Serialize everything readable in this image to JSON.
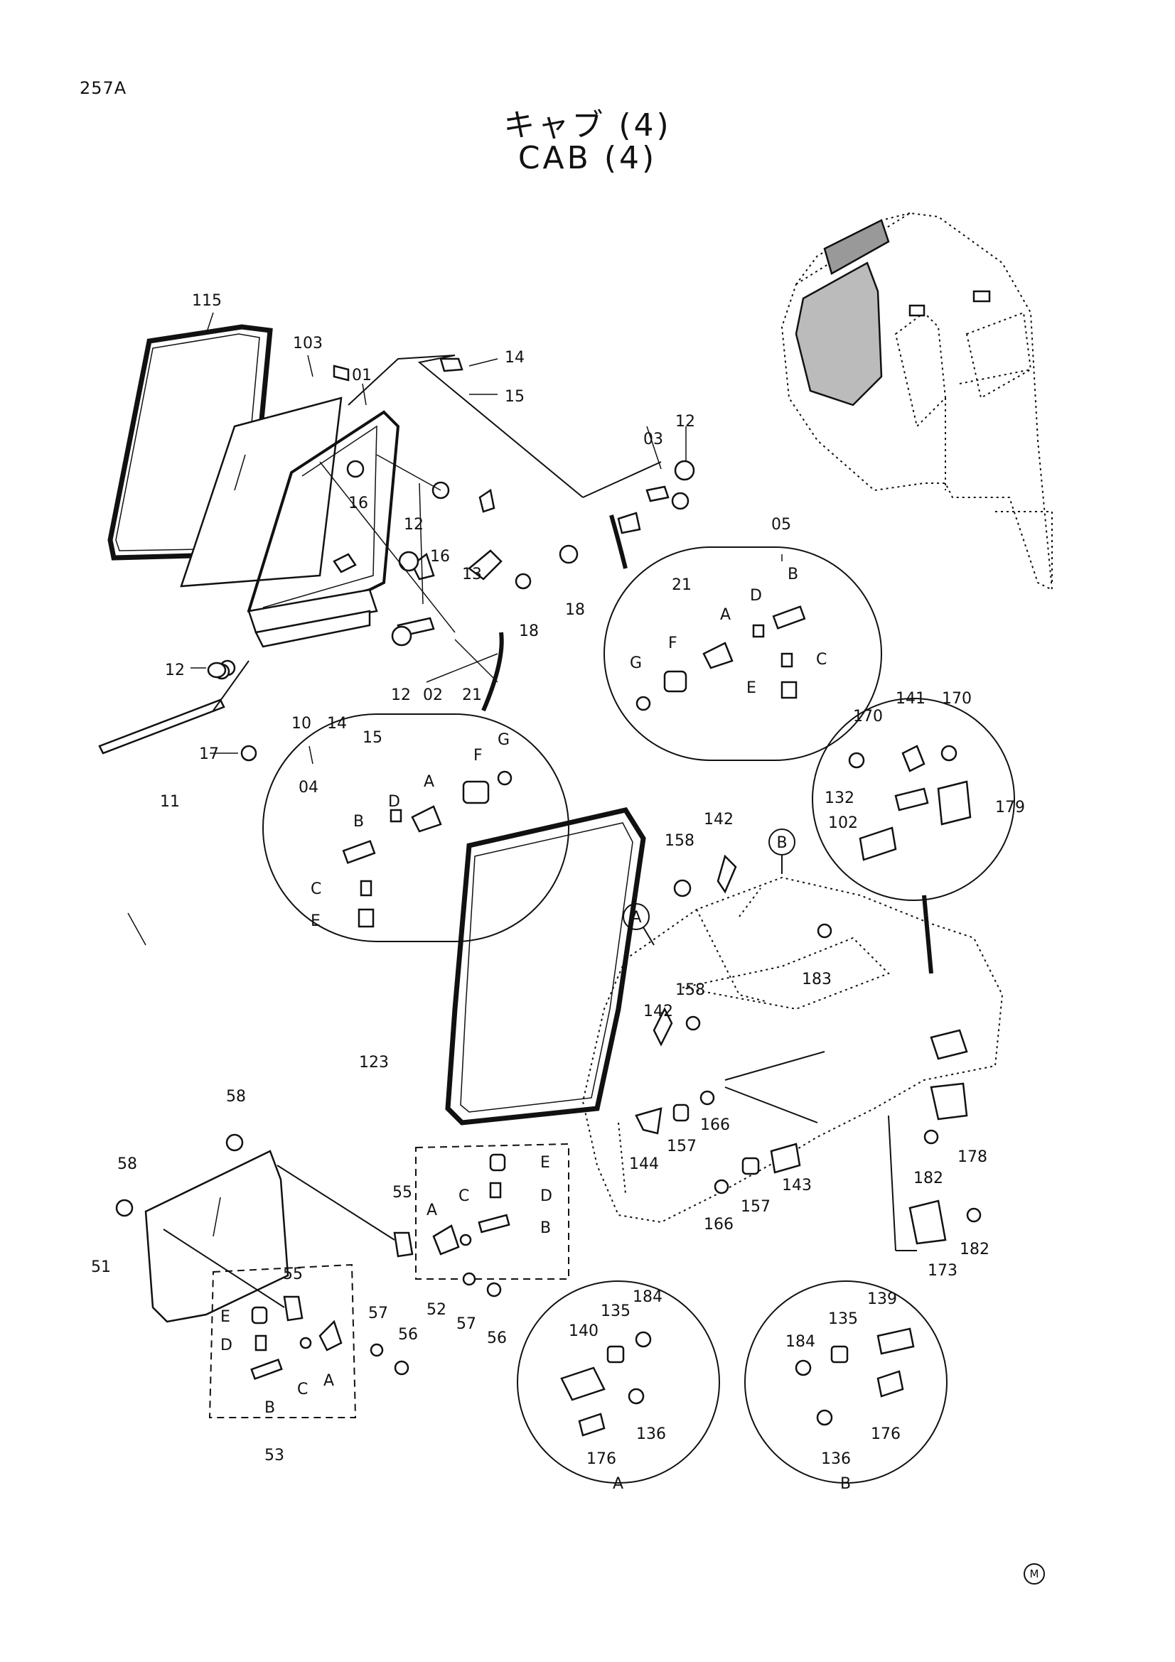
{
  "page_code": "257A",
  "title_jp": "キャブ (4)",
  "title_en": "CAB (4)",
  "mark": "M",
  "callouts": {
    "A": "A",
    "B": "B"
  },
  "labels": [
    {
      "id": "115",
      "text": "115"
    },
    {
      "id": "103",
      "text": "103"
    },
    {
      "id": "01",
      "text": "01"
    },
    {
      "id": "14a",
      "text": "14"
    },
    {
      "id": "15a",
      "text": "15"
    },
    {
      "id": "16a",
      "text": "16"
    },
    {
      "id": "12a",
      "text": "12"
    },
    {
      "id": "16b",
      "text": "16"
    },
    {
      "id": "13",
      "text": "13"
    },
    {
      "id": "18a",
      "text": "18"
    },
    {
      "id": "21a",
      "text": "21"
    },
    {
      "id": "02",
      "text": "02"
    },
    {
      "id": "12b",
      "text": "12"
    },
    {
      "id": "12c",
      "text": "12"
    },
    {
      "id": "10",
      "text": "10"
    },
    {
      "id": "14b",
      "text": "14"
    },
    {
      "id": "15b",
      "text": "15"
    },
    {
      "id": "17",
      "text": "17"
    },
    {
      "id": "11",
      "text": "11"
    },
    {
      "id": "03",
      "text": "03"
    },
    {
      "id": "12d",
      "text": "12"
    },
    {
      "id": "21b",
      "text": "21"
    },
    {
      "id": "18b",
      "text": "18"
    },
    {
      "id": "05",
      "text": "05"
    },
    {
      "id": "04",
      "text": "04"
    },
    {
      "id": "04_A",
      "text": "A"
    },
    {
      "id": "04_B",
      "text": "B"
    },
    {
      "id": "04_C",
      "text": "C"
    },
    {
      "id": "04_D",
      "text": "D"
    },
    {
      "id": "04_E",
      "text": "E"
    },
    {
      "id": "04_F",
      "text": "F"
    },
    {
      "id": "04_G",
      "text": "G"
    },
    {
      "id": "05_A",
      "text": "A"
    },
    {
      "id": "05_B",
      "text": "B"
    },
    {
      "id": "05_C",
      "text": "C"
    },
    {
      "id": "05_D",
      "text": "D"
    },
    {
      "id": "05_E",
      "text": "E"
    },
    {
      "id": "05_F",
      "text": "F"
    },
    {
      "id": "05_G",
      "text": "G"
    },
    {
      "id": "170a",
      "text": "170"
    },
    {
      "id": "141",
      "text": "141"
    },
    {
      "id": "170b",
      "text": "170"
    },
    {
      "id": "132",
      "text": "132"
    },
    {
      "id": "179",
      "text": "179"
    },
    {
      "id": "102",
      "text": "102"
    },
    {
      "id": "158a",
      "text": "158"
    },
    {
      "id": "142a",
      "text": "142"
    },
    {
      "id": "183",
      "text": "183"
    },
    {
      "id": "142b",
      "text": "142"
    },
    {
      "id": "158b",
      "text": "158"
    },
    {
      "id": "123",
      "text": "123"
    },
    {
      "id": "144",
      "text": "144"
    },
    {
      "id": "157a",
      "text": "157"
    },
    {
      "id": "166a",
      "text": "166"
    },
    {
      "id": "143",
      "text": "143"
    },
    {
      "id": "157b",
      "text": "157"
    },
    {
      "id": "166b",
      "text": "166"
    },
    {
      "id": "178",
      "text": "178"
    },
    {
      "id": "182a",
      "text": "182"
    },
    {
      "id": "182b",
      "text": "182"
    },
    {
      "id": "173",
      "text": "173"
    },
    {
      "id": "58a",
      "text": "58"
    },
    {
      "id": "58b",
      "text": "58"
    },
    {
      "id": "55a",
      "text": "55"
    },
    {
      "id": "51",
      "text": "51"
    },
    {
      "id": "55b",
      "text": "55"
    },
    {
      "id": "52_E",
      "text": "E"
    },
    {
      "id": "52_D",
      "text": "D"
    },
    {
      "id": "52_C",
      "text": "C"
    },
    {
      "id": "52_A",
      "text": "A"
    },
    {
      "id": "52_B",
      "text": "B"
    },
    {
      "id": "52",
      "text": "52"
    },
    {
      "id": "57a",
      "text": "57"
    },
    {
      "id": "56a",
      "text": "56"
    },
    {
      "id": "53_E",
      "text": "E"
    },
    {
      "id": "53_D",
      "text": "D"
    },
    {
      "id": "53_B",
      "text": "B"
    },
    {
      "id": "53_C",
      "text": "C"
    },
    {
      "id": "53_A",
      "text": "A"
    },
    {
      "id": "57b",
      "text": "57"
    },
    {
      "id": "56b",
      "text": "56"
    },
    {
      "id": "53",
      "text": "53"
    },
    {
      "id": "184a",
      "text": "184"
    },
    {
      "id": "135a",
      "text": "135"
    },
    {
      "id": "140",
      "text": "140"
    },
    {
      "id": "136a",
      "text": "136"
    },
    {
      "id": "176a",
      "text": "176"
    },
    {
      "id": "detailA",
      "text": "A"
    },
    {
      "id": "139",
      "text": "139"
    },
    {
      "id": "135b",
      "text": "135"
    },
    {
      "id": "184b",
      "text": "184"
    },
    {
      "id": "136b",
      "text": "136"
    },
    {
      "id": "176b",
      "text": "176"
    },
    {
      "id": "detailB",
      "text": "B"
    }
  ]
}
